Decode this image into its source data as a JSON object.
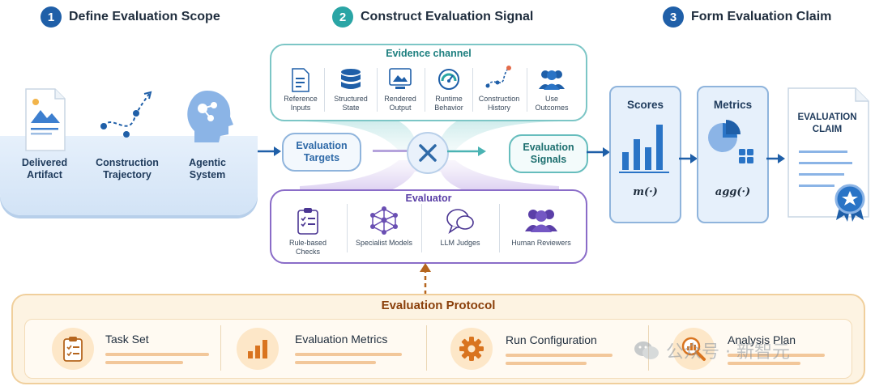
{
  "steps": [
    {
      "num": "1",
      "title": "Define Evaluation Scope",
      "color": "#1f5fa8"
    },
    {
      "num": "2",
      "title": "Construct Evaluation Signal",
      "color": "#2aa5a5"
    },
    {
      "num": "3",
      "title": "Form Evaluation Claim",
      "color": "#1f5fa8"
    }
  ],
  "scope": {
    "items": [
      {
        "label": "Delivered Artifact",
        "icon": "document-image-icon"
      },
      {
        "label": "Construction Trajectory",
        "icon": "trajectory-path-icon"
      },
      {
        "label": "Agentic System",
        "icon": "agent-head-icon"
      }
    ]
  },
  "evidence": {
    "title": "Evidence channel",
    "items": [
      {
        "label": "Reference Inputs",
        "icon": "file-icon"
      },
      {
        "label": "Structured State",
        "icon": "database-icon"
      },
      {
        "label": "Rendered Output",
        "icon": "image-frame-icon"
      },
      {
        "label": "Runtime Behavior",
        "icon": "gauge-icon"
      },
      {
        "label": "Construction History",
        "icon": "path-icon"
      },
      {
        "label": "Use Outcomes",
        "icon": "users-icon"
      }
    ]
  },
  "targets": {
    "label": "Evaluation Targets"
  },
  "signals": {
    "label": "Evaluation Signals"
  },
  "evaluator": {
    "title": "Evaluator",
    "items": [
      {
        "label": "Rule-based Checks",
        "icon": "checklist-icon"
      },
      {
        "label": "Specialist Models",
        "icon": "network-icon"
      },
      {
        "label": "LLM Judges",
        "icon": "chat-bubbles-icon"
      },
      {
        "label": "Human Reviewers",
        "icon": "people-icon"
      }
    ]
  },
  "scores": {
    "title": "Scores",
    "formula": "m(·)"
  },
  "metrics": {
    "title": "Metrics",
    "formula": "agg(·)"
  },
  "claim": {
    "title": "EVALUATION CLAIM"
  },
  "protocol": {
    "title": "Evaluation Protocol",
    "items": [
      {
        "label": "Task Set",
        "icon": "clipboard-icon"
      },
      {
        "label": "Evaluation Metrics",
        "icon": "bar-chart-icon"
      },
      {
        "label": "Run Configuration",
        "icon": "gear-icon"
      },
      {
        "label": "Analysis Plan",
        "icon": "magnifier-chart-icon"
      }
    ]
  },
  "watermark": "公众号 · 新智元",
  "colors": {
    "blue": "#1f5fa8",
    "teal": "#2aa5a5",
    "purple": "#6a4fb3",
    "orange": "#b5651d"
  }
}
